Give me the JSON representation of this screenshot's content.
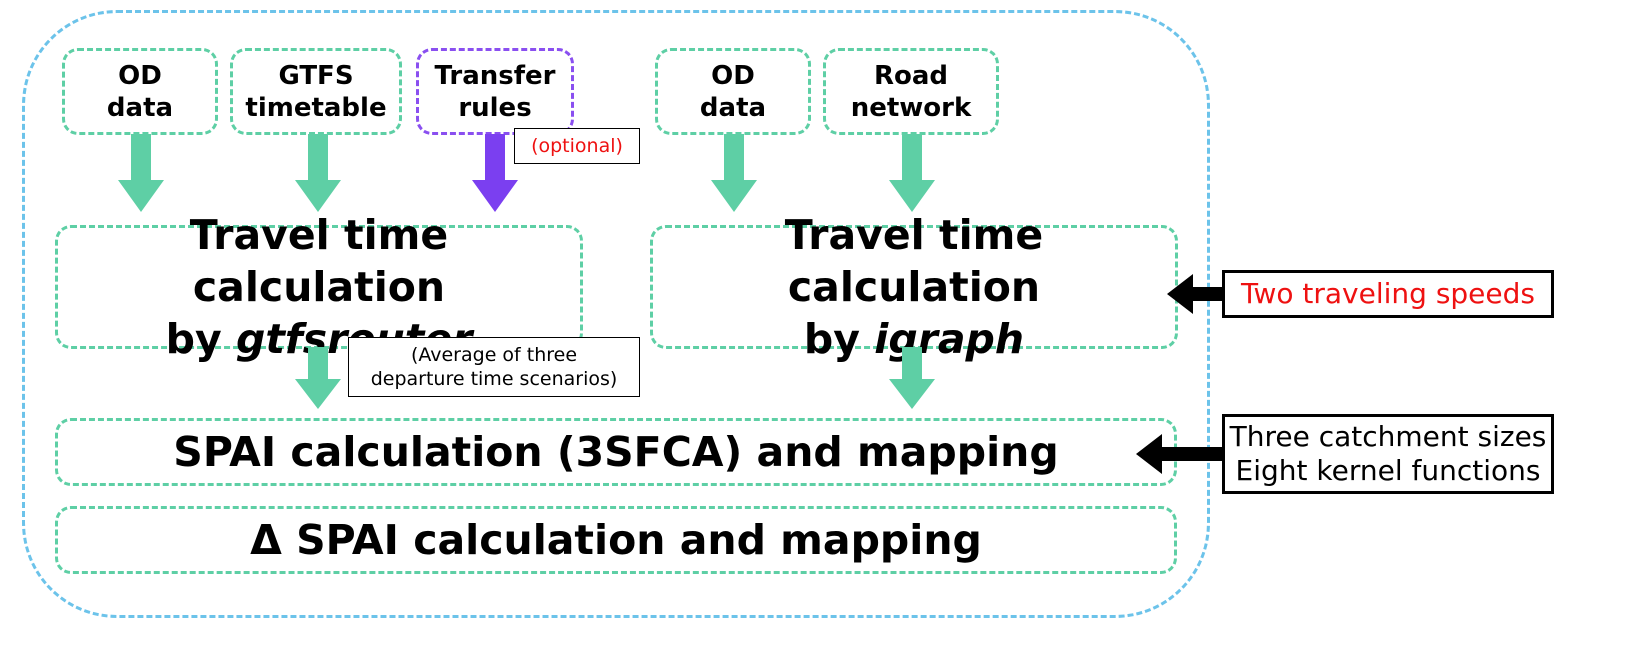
{
  "inputs_left": [
    {
      "line1": "OD",
      "line2": "data"
    },
    {
      "line1": "GTFS",
      "line2": "timetable"
    },
    {
      "line1": "Transfer",
      "line2": "rules"
    }
  ],
  "inputs_right": [
    {
      "line1": "OD",
      "line2": "data"
    },
    {
      "line1": "Road",
      "line2": "network"
    }
  ],
  "optional_label": "(optional)",
  "travel_left": {
    "line1": "Travel time calculation",
    "by": "by ",
    "tool": "gtfsrouter"
  },
  "travel_right": {
    "line1": "Travel time calculation",
    "by": "by ",
    "tool": "igraph"
  },
  "average_note": {
    "line1": "(Average of three",
    "line2": "departure time scenarios)"
  },
  "spai": "SPAI calculation (3SFCA) and mapping",
  "delta_spai": "Δ SPAI calculation and mapping",
  "side_speeds": "Two traveling speeds",
  "side_catchment": {
    "line1": "Three catchment sizes",
    "line2": "Eight kernel functions"
  },
  "colors": {
    "green": "#5ecfa5",
    "purple": "#7b3ff0",
    "blue_border": "#6cc3ea",
    "red_text": "#ee1111"
  }
}
